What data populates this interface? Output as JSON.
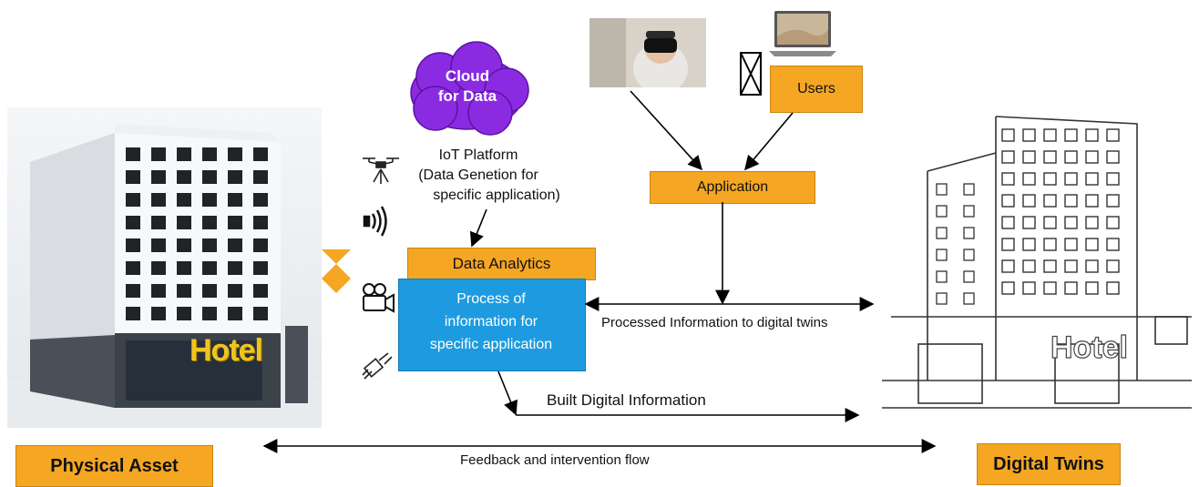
{
  "physical_asset": {
    "label": "Physical Asset",
    "sign": "Hotel"
  },
  "digital_twins": {
    "label": "Digital Twins",
    "sign": "Hotel"
  },
  "cloud": {
    "line1": "Cloud",
    "line2": "for Data"
  },
  "iot": {
    "line1": "IoT Platform",
    "line2": "(Data Genetion for",
    "line3": "specific application)"
  },
  "data_analytics": {
    "header": "Data Analytics",
    "line1": "Process of",
    "line2": "information for",
    "line3": "specific application"
  },
  "application": {
    "label": "Application"
  },
  "users": {
    "label": "Users"
  },
  "flows": {
    "processed": "Processed Information to digital twins",
    "built": "Built Digital Information",
    "feedback": "Feedback and intervention flow"
  },
  "sensors": [
    "drone-icon",
    "wireless-signal-icon",
    "camera-icon",
    "satellite-icon"
  ],
  "colors": {
    "orange": "#f5a623",
    "blue": "#1e9be0",
    "cloud": "#8a2be2"
  }
}
